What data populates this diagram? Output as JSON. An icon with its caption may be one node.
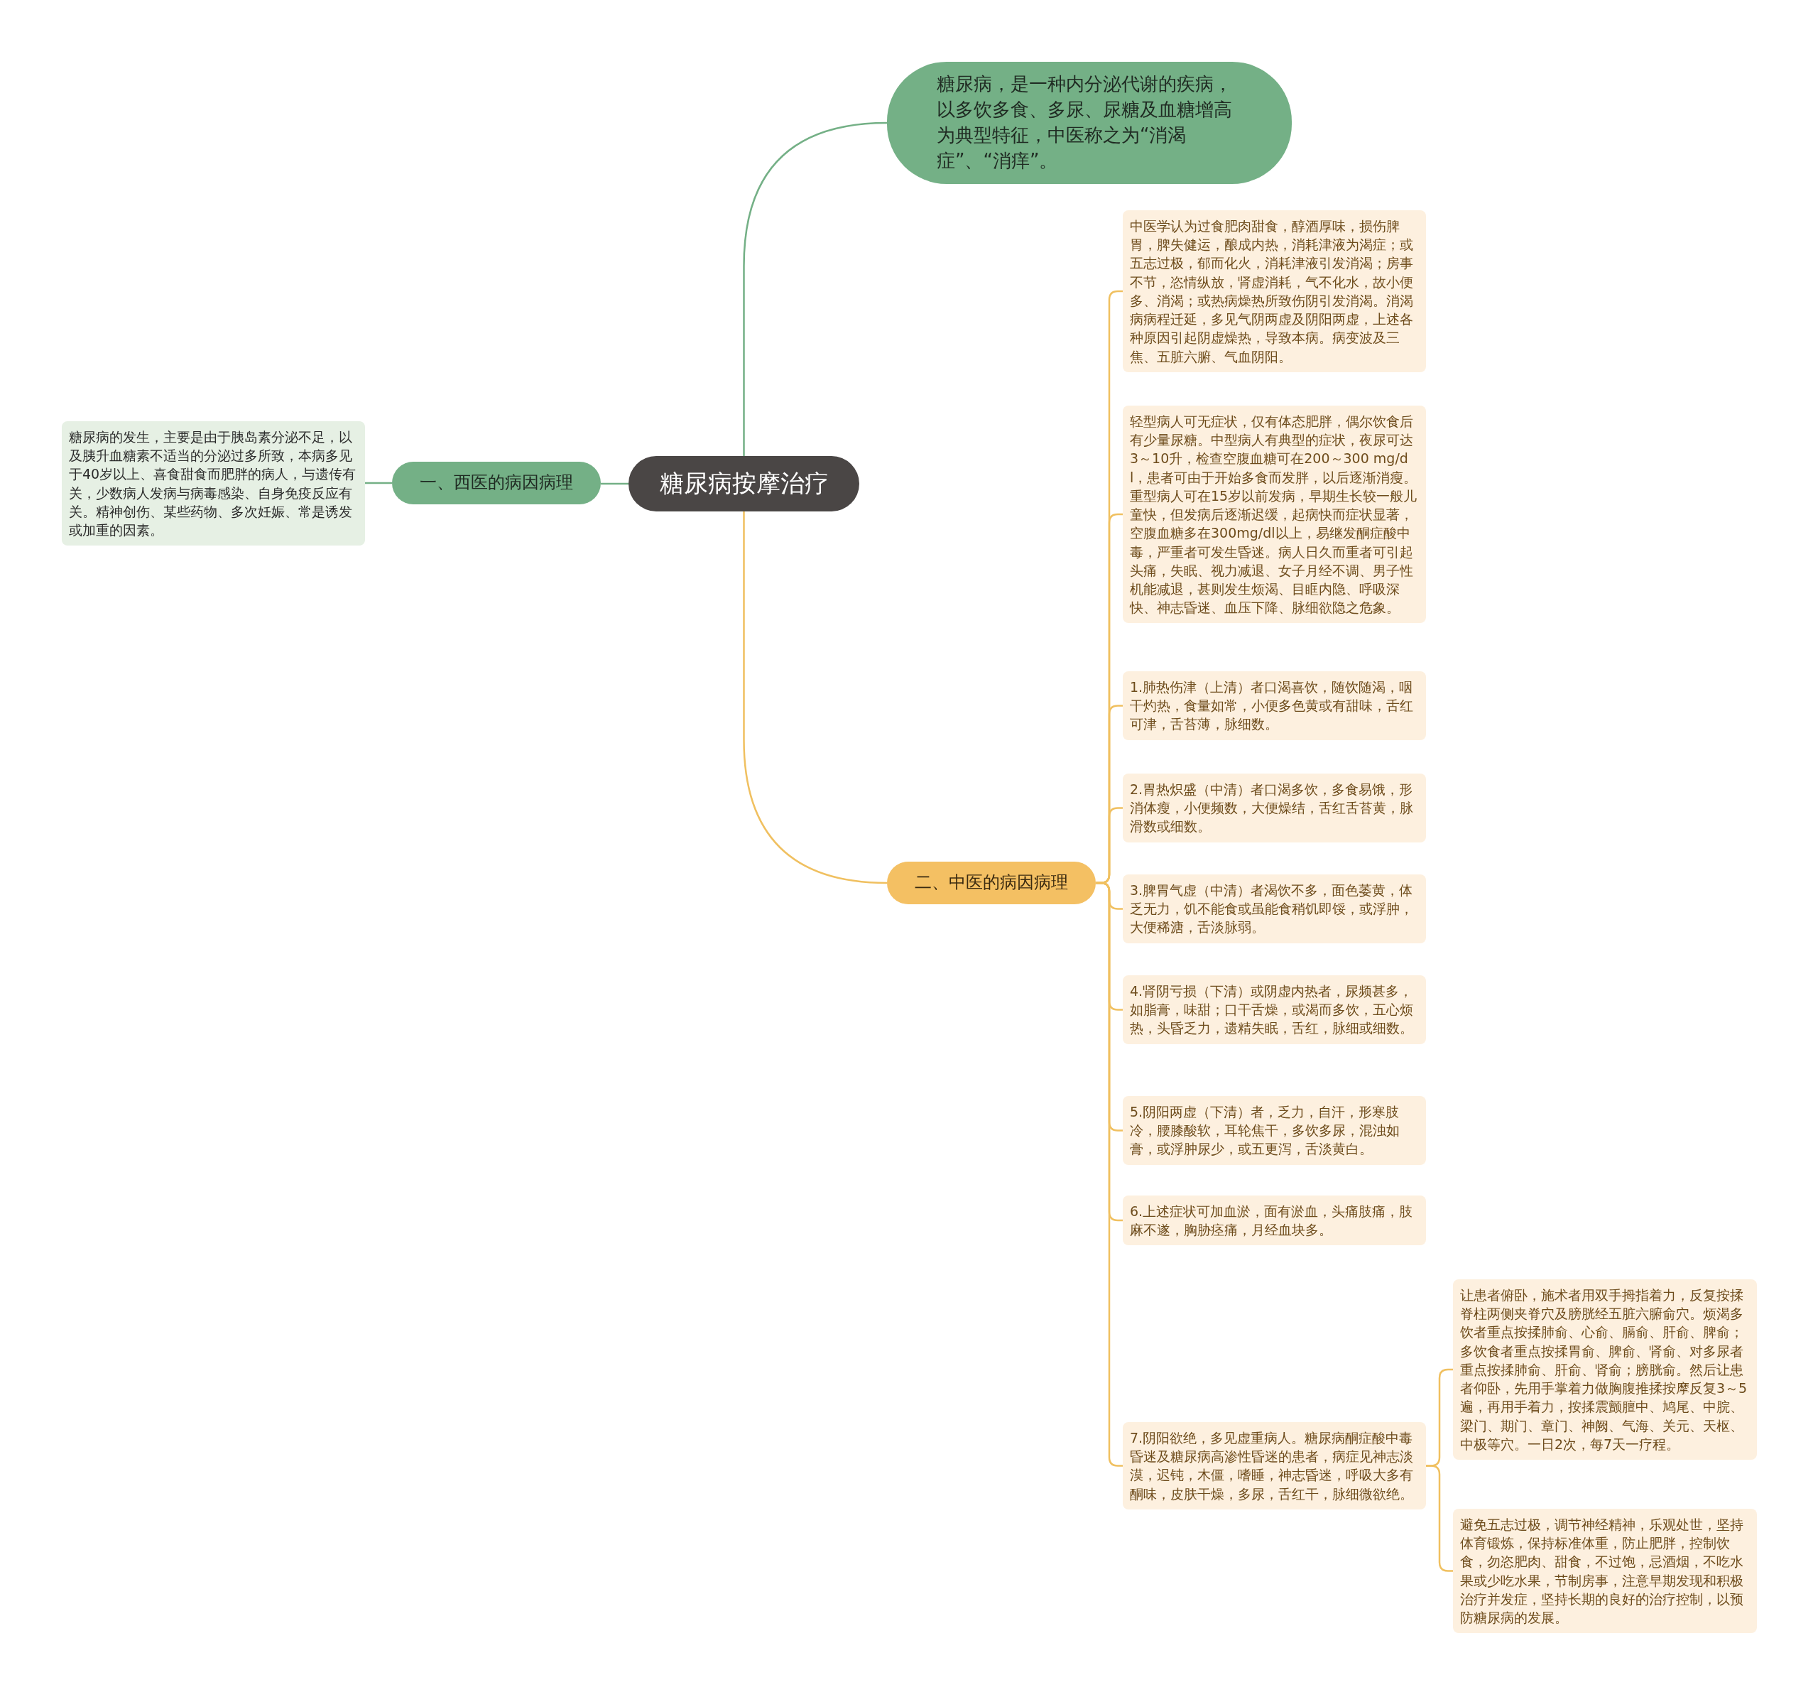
{
  "diagram": {
    "nodes": [
      {
        "text": [
          "糖尿病按摩治疗"
        ]
      },
      {
        "text": [
          "糖尿病，是一种内分泌代谢的疾病，以多饮多食、多尿、尿糖及血糖增高为典型特征，中医称之为“消渴症”、“消痒”。"
        ]
      },
      {
        "text": [
          "一、西医的病因病理"
        ]
      },
      {
        "text": [
          "糖尿病的发生，主要是由于胰岛素分泌不足，以及胰升血糖素不适当的分泌过多所致，本病多见于40岁以上、喜食甜食而肥胖的病人，与遗传有关，少数病人发病与病毒感染、自身免疫反应有关。精神创伤、某些药物、多次妊娠、常是诱发或加重的因素。"
        ]
      },
      {
        "text": [
          "二、中医的病因病理"
        ]
      },
      {
        "text": [
          "中医学认为过食肥肉甜食，醇酒厚味，损伤脾胃，脾失健运，酿成内热，消耗津液为渴症；或五志过极，郁而化火，消耗津液引发消渴；房事不节，恣情纵放，肾虚消耗，气不化水，故小便多、消渴；或热病燥热所致伤阴引发消渴。消渴病病程迁延，多见气阴两虚及阴阳两虚，上述各种原因引起阴虚燥热，导致本病。病变波及三焦、五脏六腑、气血阴阳。"
        ]
      },
      {
        "text": [
          "轻型病人可无症状，仅有体态肥胖，偶尔饮食后有少量尿糖。中型病人有典型的症状，夜尿可达3～10升，检查空腹血糖可在200～300 mg/dl，患者可由于开始多食而发胖，以后逐渐消瘦。重型病人可在15岁以前发病，早期生长较一般儿童快，但发病后逐渐迟缓，起病快而症状显著，空腹血糖多在300mg/dl以上，易继发酮症酸中毒，严重者可发生昏迷。病人日久而重者可引起头痛，失眠、视力减退、女子月经不调、男子性机能减退，甚则发生烦渴、目眶内隐、呼吸深快、神志昏迷、血压下降、脉细欲隐之危象。"
        ]
      },
      {
        "text": [
          "1.肺热伤津（上清）者口渴喜饮，随饮随渴，咽干灼热，食量如常，小便多色黄或有甜味，舌红可津，舌苔薄，脉细数。"
        ]
      },
      {
        "text": [
          "2.胃热炽盛（中清）者口渴多饮，多食易饿，形消体瘦，小便频数，大便燥结，舌红舌苔黄，脉滑数或细数。"
        ]
      },
      {
        "text": [
          "3.脾胃气虚（中清）者渴饮不多，面色萎黄，体乏无力，饥不能食或虽能食稍饥即馁，或浮肿，大便稀溏，舌淡脉弱。"
        ]
      },
      {
        "text": [
          "4.肾阴亏损（下清）或阴虚内热者，尿频甚多，如脂膏，味甜；口干舌燥，或渴而多饮，五心烦热，头昏乏力，遗精失眠，舌红，脉细或细数。"
        ]
      },
      {
        "text": [
          "5.阴阳两虚（下清）者，乏力，自汗，形寒肢冷，腰膝酸软，耳轮焦干，多饮多尿，混浊如膏，或浮肿尿少，或五更泻，舌淡黄白。"
        ]
      },
      {
        "text": [
          "6.上述症状可加血淤，面有淤血，头痛肢痛，肢麻不遂，胸胁痉痛，月经血块多。"
        ]
      },
      {
        "text": [
          "7.阴阳欲绝，多见虚重病人。糖尿病酮症酸中毒昏迷及糖尿病高渗性昏迷的患者，病症见神志淡漠，迟钝，木僵，嗜睡，神志昏迷，呼吸大多有酮味，皮肤干燥，多尿，舌红干，脉细微欲绝。"
        ]
      },
      {
        "text": [
          "让患者俯卧，施术者用双手拇指着力，反复按揉脊柱两侧夹脊穴及膀胱经五脏六腑俞穴。烦渴多饮者重点按揉肺俞、心俞、膈俞、肝俞、脾俞；多饮食者重点按揉胃俞、脾俞、肾俞、对多尿者重点按揉肺俞、肝俞、肾俞；膀胱俞。然后让患者仰卧，先用手掌着力做胸腹推揉按摩反复3～5遍，再用手着力，按揉震颤膻中、鸠尾、中脘、梁门、期门、章门、神阙、气海、关元、天枢、中极等穴。一日2次，每7天一疗程。"
        ]
      },
      {
        "text": [
          "避免五志过极，调节神经精神，乐观处世，坚持体育锻炼，保持标准体重，防止肥胖，控制饮食，勿恣肥肉、甜食，不过饱，忌酒烟，不吃水果或少吃水果，节制房事，注意早期发现和积极治疗并发症，坚持长期的良好的治疗控制，以预防糖尿病的发展。"
        ]
      }
    ],
    "edges": [
      {
        "from": 0,
        "to": 1,
        "arrow": "none",
        "color": "#74b086"
      },
      {
        "from": 0,
        "to": 2,
        "arrow": "none",
        "color": "#74b086"
      },
      {
        "from": 2,
        "to": 3,
        "arrow": "none",
        "color": "#74b086"
      },
      {
        "from": 0,
        "to": 4,
        "arrow": "none"
      },
      {
        "from": 4,
        "to": 5,
        "arrow": "none"
      },
      {
        "from": 4,
        "to": 6,
        "arrow": "none"
      },
      {
        "from": 4,
        "to": 7,
        "arrow": "none"
      },
      {
        "from": 4,
        "to": 8,
        "arrow": "none"
      },
      {
        "from": 4,
        "to": 9,
        "arrow": "none"
      },
      {
        "from": 4,
        "to": 10,
        "arrow": "none"
      },
      {
        "from": 4,
        "to": 11,
        "arrow": "none"
      },
      {
        "from": 4,
        "to": 12,
        "arrow": "none"
      },
      {
        "from": 4,
        "to": 13,
        "arrow": "none"
      },
      {
        "from": 13,
        "to": 14,
        "arrow": "none"
      },
      {
        "from": 13,
        "to": 15,
        "arrow": "none"
      }
    ]
  }
}
